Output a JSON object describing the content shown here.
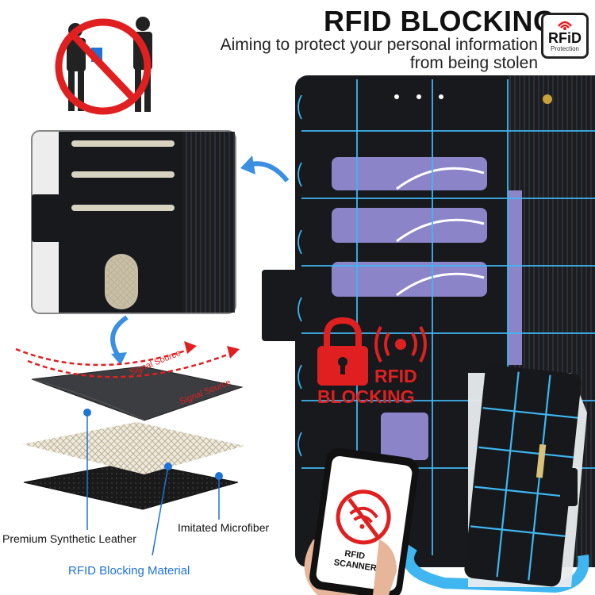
{
  "header": {
    "title": "RFID BLOCKING",
    "subtitle_line1": "Aiming to protect your personal information",
    "subtitle_line2": "from being stolen"
  },
  "badge": {
    "title": "RFiD",
    "subtitle": "Protection"
  },
  "layers": {
    "signal_source_1": "Signal Source",
    "signal_source_2": "Signal Source",
    "label_leather": "Premium Synthetic Leather",
    "label_microfiber": "Imitated Microfiber",
    "label_rfid_material": "RFID Blocking Material"
  },
  "overlay": {
    "line1": "RFID",
    "line2": "BLOCKING"
  },
  "phone": {
    "scanner_line1": "RFID",
    "scanner_line2": "SCANNER"
  },
  "colors": {
    "accent_blue": "#1e73d6",
    "red": "#e02020",
    "case_black": "#16181c",
    "card_purple": "#8b84c9"
  }
}
